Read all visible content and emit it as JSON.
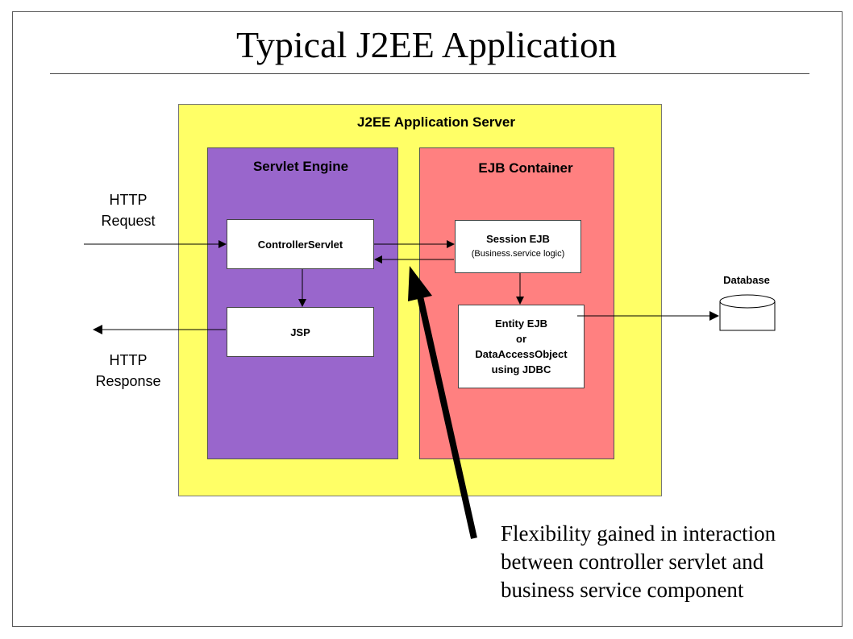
{
  "title": "Typical J2EE Application",
  "server": {
    "label": "J2EE Application Server"
  },
  "servlet_engine": {
    "label": "Servlet Engine",
    "controller": "ControllerServlet",
    "jsp": "JSP"
  },
  "ejb_container": {
    "label": "EJB Container",
    "session": {
      "title": "Session EJB",
      "subtitle": "(Business.service logic)"
    },
    "entity": {
      "lines": [
        "Entity EJB",
        "or",
        "DataAccessObject",
        "using JDBC"
      ]
    }
  },
  "http_request": {
    "line1": "HTTP",
    "line2": "Request"
  },
  "http_response": {
    "line1": "HTTP",
    "line2": "Response"
  },
  "database": {
    "label": "Database"
  },
  "note": {
    "lines": [
      "Flexibility gained in interaction",
      "between controller servlet and",
      "business service component"
    ]
  }
}
